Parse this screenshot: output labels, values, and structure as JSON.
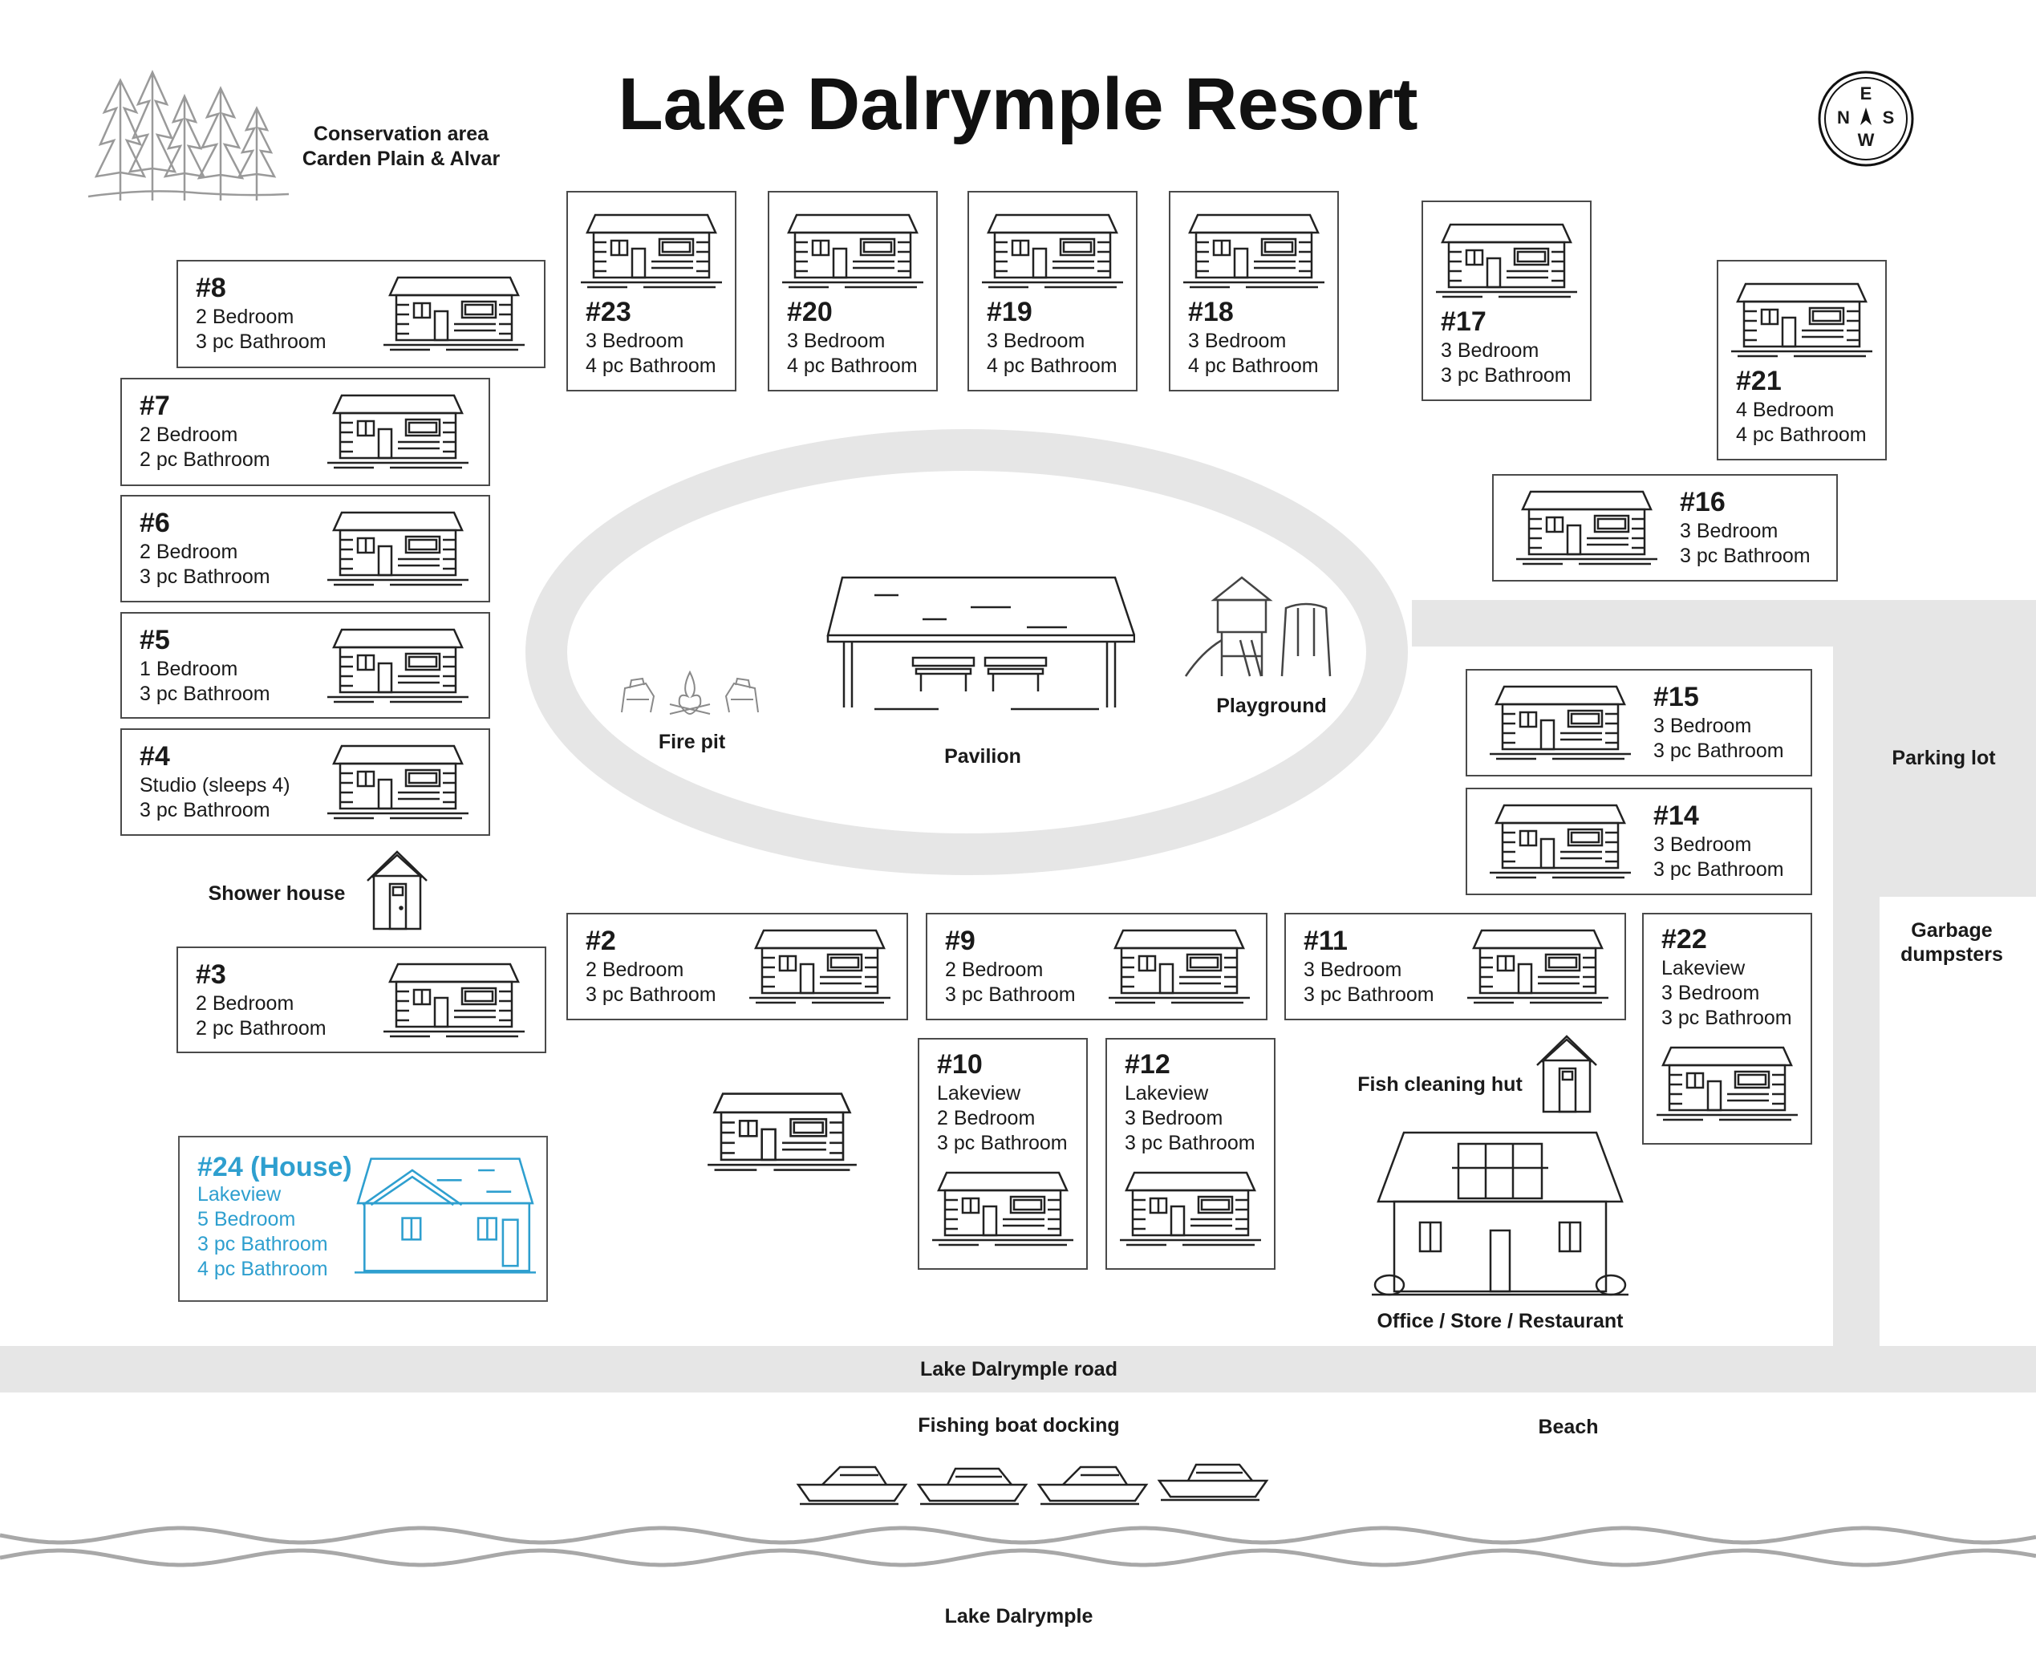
{
  "title": "Lake Dalrymple Resort",
  "compass": {
    "top": "E",
    "left": "N",
    "right": "S",
    "bottom": "W"
  },
  "labels": {
    "conservation": [
      "Conservation area",
      "Carden Plain & Alvar"
    ],
    "shower_house": "Shower house",
    "fire_pit": "Fire pit",
    "pavilion": "Pavilion",
    "playground": "Playground",
    "parking_lot": "Parking lot",
    "garbage": [
      "Garbage",
      "dumpsters"
    ],
    "fish_cleaning_hut": "Fish cleaning hut",
    "office": "Office / Store / Restaurant",
    "road": "Lake Dalrymple road",
    "fishing_boat_docking": "Fishing boat docking",
    "beach": "Beach",
    "lake": "Lake Dalrymple"
  },
  "cabins": [
    {
      "id": "c8",
      "num": "#8",
      "lines": [
        "2 Bedroom",
        "3 pc Bathroom"
      ]
    },
    {
      "id": "c7",
      "num": "#7",
      "lines": [
        "2 Bedroom",
        "2 pc Bathroom"
      ]
    },
    {
      "id": "c6",
      "num": "#6",
      "lines": [
        "2 Bedroom",
        "3 pc Bathroom"
      ]
    },
    {
      "id": "c5",
      "num": "#5",
      "lines": [
        "1 Bedroom",
        "3 pc Bathroom"
      ]
    },
    {
      "id": "c4",
      "num": "#4",
      "lines": [
        "Studio (sleeps 4)",
        "3 pc Bathroom"
      ]
    },
    {
      "id": "c3",
      "num": "#3",
      "lines": [
        "2 Bedroom",
        "2 pc Bathroom"
      ]
    },
    {
      "id": "c23",
      "num": "#23",
      "lines": [
        "3 Bedroom",
        "4 pc Bathroom"
      ]
    },
    {
      "id": "c20",
      "num": "#20",
      "lines": [
        "3 Bedroom",
        "4 pc Bathroom"
      ]
    },
    {
      "id": "c19",
      "num": "#19",
      "lines": [
        "3 Bedroom",
        "4 pc Bathroom"
      ]
    },
    {
      "id": "c18",
      "num": "#18",
      "lines": [
        "3 Bedroom",
        "4 pc Bathroom"
      ]
    },
    {
      "id": "c17",
      "num": "#17",
      "lines": [
        "3 Bedroom",
        "3 pc Bathroom"
      ]
    },
    {
      "id": "c21",
      "num": "#21",
      "lines": [
        "4 Bedroom",
        "4 pc Bathroom"
      ]
    },
    {
      "id": "c16",
      "num": "#16",
      "lines": [
        "3 Bedroom",
        "3 pc Bathroom"
      ]
    },
    {
      "id": "c15",
      "num": "#15",
      "lines": [
        "3 Bedroom",
        "3 pc Bathroom"
      ]
    },
    {
      "id": "c14",
      "num": "#14",
      "lines": [
        "3 Bedroom",
        "3 pc Bathroom"
      ]
    },
    {
      "id": "c2",
      "num": "#2",
      "lines": [
        "2 Bedroom",
        "3 pc Bathroom"
      ]
    },
    {
      "id": "c9",
      "num": "#9",
      "lines": [
        "2 Bedroom",
        "3 pc Bathroom"
      ]
    },
    {
      "id": "c11",
      "num": "#11",
      "lines": [
        "3 Bedroom",
        "3 pc Bathroom"
      ]
    },
    {
      "id": "c22",
      "num": "#22",
      "lines": [
        "Lakeview",
        "3 Bedroom",
        "3 pc Bathroom"
      ]
    },
    {
      "id": "c10",
      "num": "#10",
      "lines": [
        "Lakeview",
        "2 Bedroom",
        "3 pc Bathroom"
      ]
    },
    {
      "id": "c12",
      "num": "#12",
      "lines": [
        "Lakeview",
        "3 Bedroom",
        "3 pc Bathroom"
      ]
    },
    {
      "id": "c24",
      "num": "#24 (House)",
      "lines": [
        "Lakeview",
        "5 Bedroom",
        "3 pc Bathroom",
        "4 pc Bathroom"
      ]
    }
  ],
  "colors": {
    "road": "#e6e6e6",
    "house24": "#2e9fcf",
    "waves": "#a8a8a8",
    "trees": "#9a9a9a"
  }
}
